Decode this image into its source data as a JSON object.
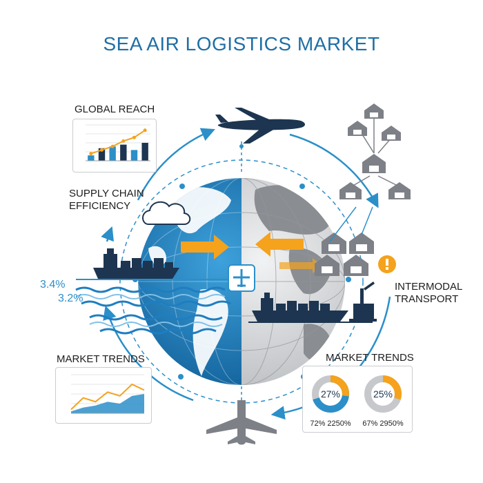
{
  "title": "SEA AIR LOGISTICS MARKET",
  "labels": {
    "global_reach": "GLOBAL REACH",
    "supply_chain_line1": "SUPPLY CHAIN",
    "supply_chain_line2": "EFFICIENCY",
    "intermodal_line1": "INTERMODAL",
    "intermodal_line2": "TRANSPORT",
    "market_trends_left": "MARKET TRENDS",
    "market_trends_right": "MARKET TRENDS"
  },
  "side_percentages": [
    "3.4%",
    "3.2%"
  ],
  "donuts": [
    {
      "center": "27%",
      "caption": "72% 2250%",
      "fraction": 0.27
    },
    {
      "center": "25%",
      "caption": "67% 2950%",
      "fraction": 0.25
    }
  ],
  "colors": {
    "title": "#1f6fa5",
    "accent_blue": "#2b8fc9",
    "dark_navy": "#1d3550",
    "orange": "#f5a21c",
    "grey": "#7d8086",
    "light_blue": "#7fb6dd"
  },
  "chart_data": [
    {
      "type": "bar",
      "name": "global-reach-chart",
      "categories": [
        "",
        "",
        "",
        "",
        "",
        ""
      ],
      "values": [
        15,
        35,
        40,
        45,
        30,
        50
      ],
      "line_values": [
        20,
        30,
        40,
        55,
        65,
        85
      ],
      "ylim": [
        0,
        100
      ],
      "grid": true
    },
    {
      "type": "area",
      "name": "market-trends-chart",
      "x": [
        0,
        1,
        2,
        3,
        4,
        5,
        6
      ],
      "values": [
        5,
        15,
        20,
        30,
        25,
        45,
        50
      ],
      "line_values": [
        10,
        40,
        30,
        55,
        45,
        75,
        60
      ],
      "ylim": [
        0,
        100
      ],
      "grid": true
    }
  ]
}
